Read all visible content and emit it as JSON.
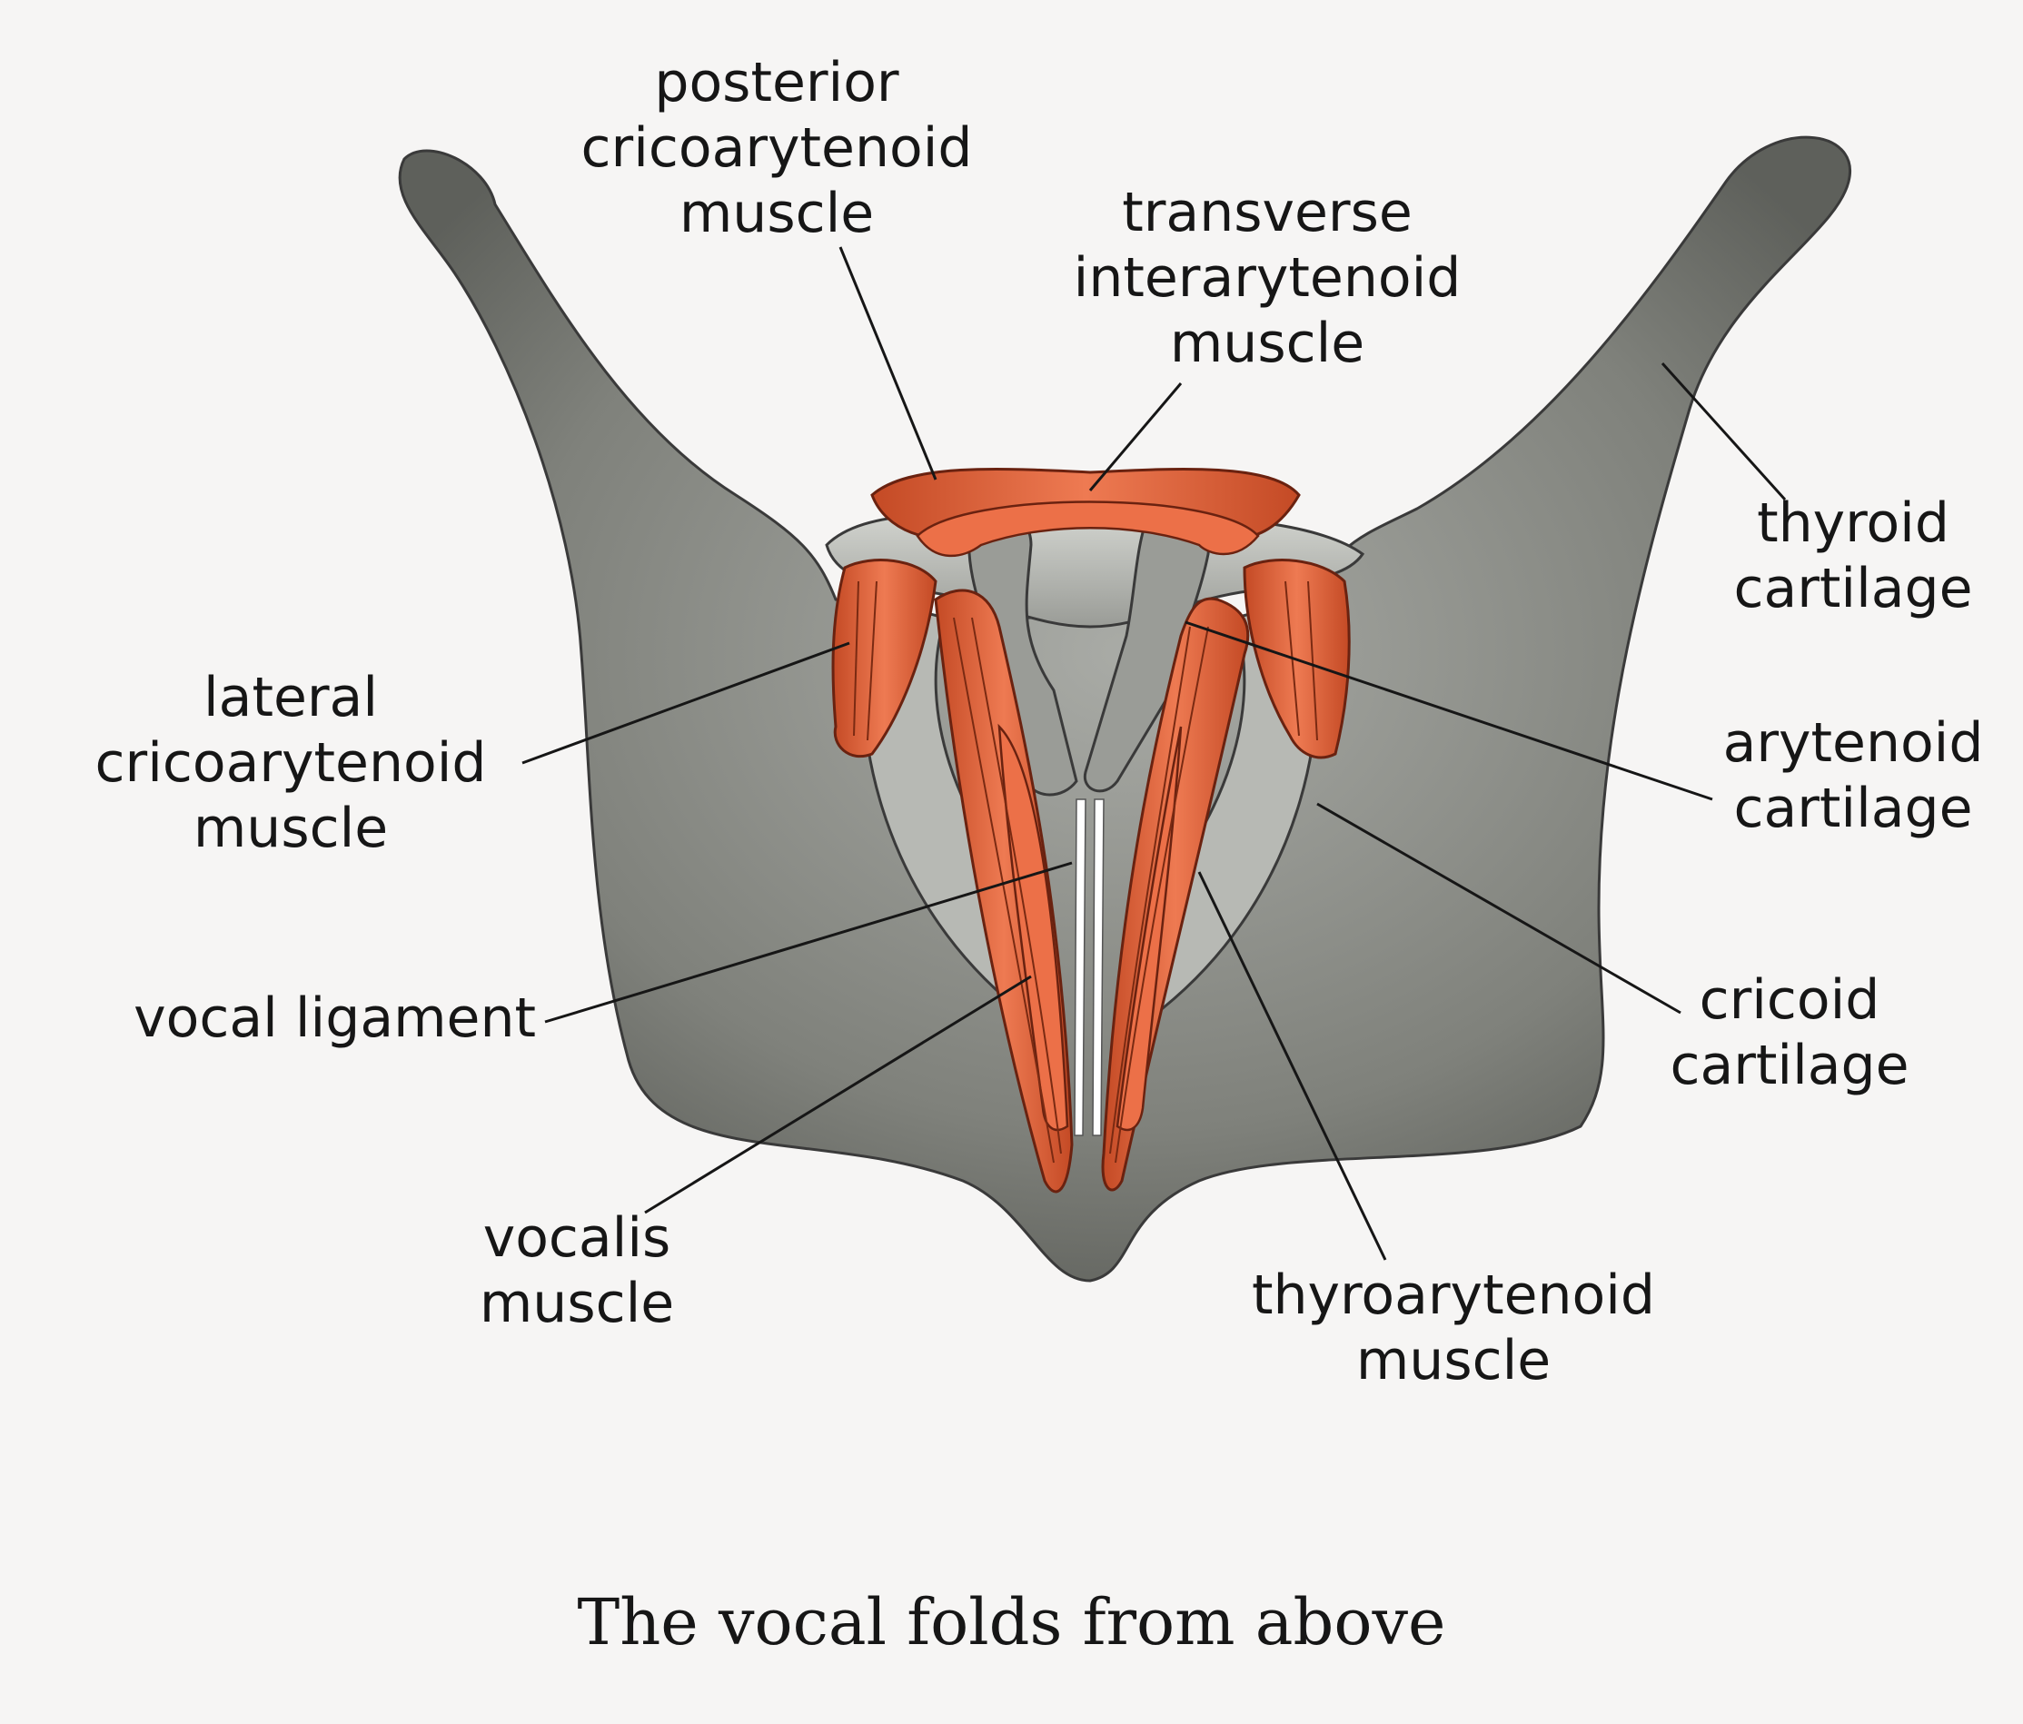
{
  "labels": {
    "posterior_cricoarytenoid": [
      "posterior",
      "cricoarytenoid",
      "muscle"
    ],
    "transverse_interarytenoid": [
      "transverse",
      "interarytenoid",
      "muscle"
    ],
    "thyroid_cartilage": [
      "thyroid",
      "cartilage"
    ],
    "lateral_cricoarytenoid": [
      "lateral",
      "cricoarytenoid",
      "muscle"
    ],
    "arytenoid_cartilage": [
      "arytenoid",
      "cartilage"
    ],
    "cricoid_cartilage": [
      "cricoid",
      "cartilage"
    ],
    "vocal_ligament": [
      "vocal ligament"
    ],
    "vocalis_muscle": [
      "vocalis",
      "muscle"
    ],
    "thyroarytenoid_muscle": [
      "thyroarytenoid",
      "muscle"
    ]
  },
  "caption": "The vocal folds from above",
  "colors": {
    "cartilage": "#7f817b",
    "cartilage_light": "#c2c4bf",
    "muscle": "#e2623a",
    "muscle_dark": "#b8401f",
    "ligament": "#ffffff",
    "leader_line": "#161616"
  }
}
